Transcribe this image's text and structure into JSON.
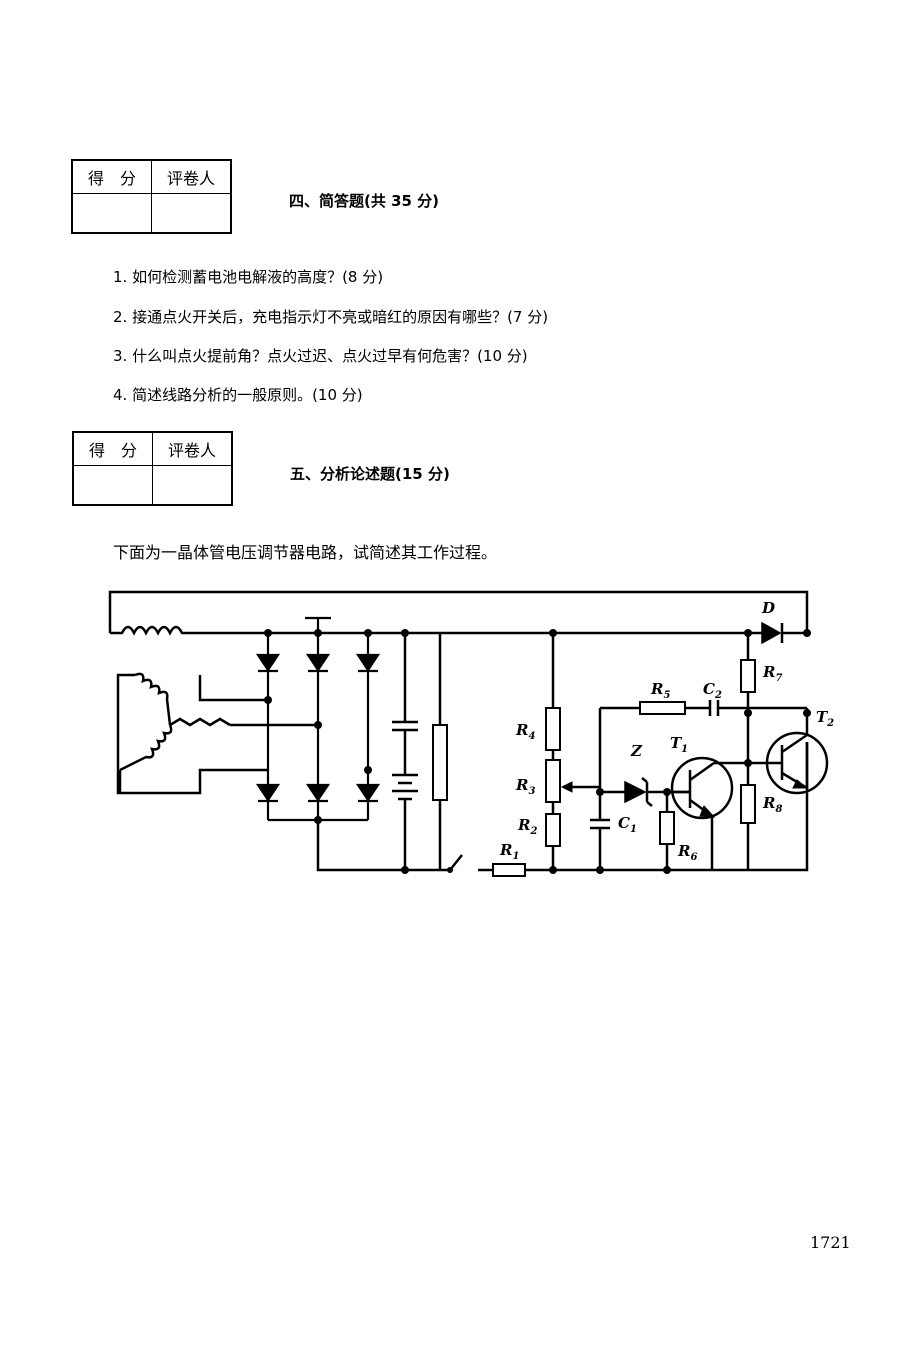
{
  "score_box": {
    "score_label": "得　分",
    "grader_label": "评卷人"
  },
  "section4": {
    "title": "四、简答题(共 35 分)",
    "questions": [
      "1. 如何检测蓄电池电解液的高度？(8 分)",
      "2. 接通点火开关后，充电指示灯不亮或暗红的原因有哪些？(7 分)",
      "3. 什么叫点火提前角？点火过迟、点火过早有何危害？(10 分)",
      "4. 简述线路分析的一般原则。(10 分)"
    ]
  },
  "section5": {
    "title": "五、分析论述题(15 分)",
    "intro": "下面为一晶体管电压调节器电路，试简述其工作过程。"
  },
  "circuit": {
    "labels": {
      "D": "D",
      "R5": "R",
      "R5s": "5",
      "C2": "C",
      "C2s": "2",
      "R7": "R",
      "R7s": "7",
      "T2": "T",
      "T2s": "2",
      "R4": "R",
      "R4s": "4",
      "Z": "Z",
      "T1": "T",
      "T1s": "1",
      "R3": "R",
      "R3s": "3",
      "R8": "R",
      "R8s": "8",
      "R2": "R",
      "R2s": "2",
      "C1": "C",
      "C1s": "1",
      "R6": "R",
      "R6s": "6",
      "R1": "R",
      "R1s": "1"
    }
  },
  "page_number": "1721"
}
